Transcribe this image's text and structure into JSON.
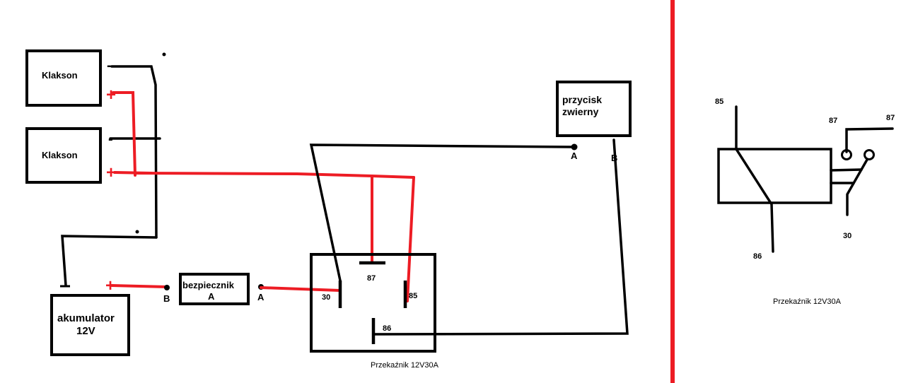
{
  "labels": {
    "horn_top": "Klakson",
    "horn_bottom": "Klakson",
    "battery_line1": "akumulator",
    "battery_line2": "12V",
    "fuse_line1": "bezpiecznik",
    "fuse_line2": "A",
    "fuse_in_terminal": "B",
    "fuse_out_terminal": "A",
    "button_line1": "przycisk",
    "button_line2": "zwierny",
    "button_terminal_a": "A",
    "button_terminal_b": "B",
    "pin_30": "30",
    "pin_87": "87",
    "pin_85": "85",
    "pin_86": "86",
    "relay_caption": "Przekaźnik 12V30A",
    "detail_pin_85": "85",
    "detail_pin_87": "87",
    "detail_pin_87_b": "87",
    "detail_pin_30": "30",
    "detail_pin_86": "86",
    "detail_caption": "Przekaźnik 12V30A"
  },
  "symbols": {
    "plus": "+",
    "minus": "-"
  },
  "colors": {
    "positive_wire": "#ed1c24",
    "ground_wire": "#000000",
    "divider": "#ed1c24"
  }
}
